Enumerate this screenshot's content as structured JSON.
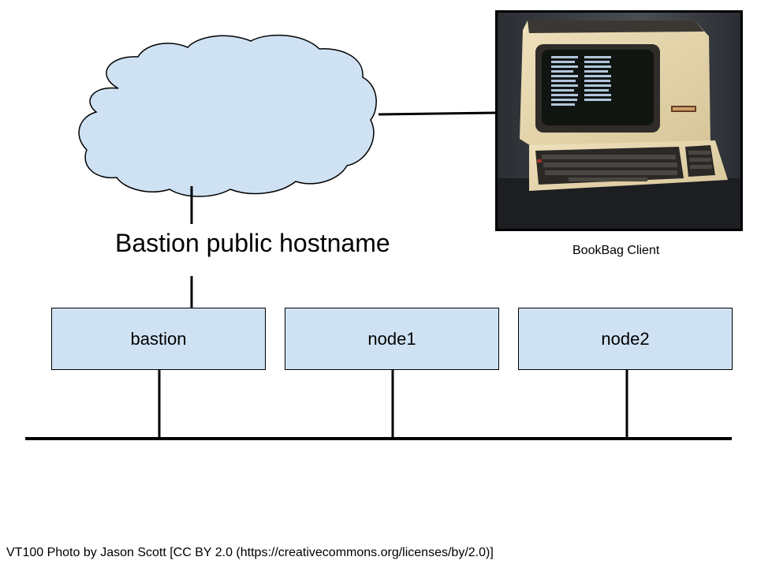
{
  "diagram": {
    "cloud_label": "Bastion public hostname",
    "nodes": [
      {
        "label": "bastion"
      },
      {
        "label": "node1"
      },
      {
        "label": "node2"
      }
    ],
    "client": {
      "caption": "BookBag Client",
      "screen_text_color": "#cfe6ff"
    },
    "credit": "VT100 Photo by Jason Scott [CC BY 2.0 (https://creativecommons.org/licenses/by/2.0)]",
    "colors": {
      "cloud_fill": "#cfe2f3",
      "box_fill": "#cfe2f3",
      "line": "#000000"
    }
  }
}
